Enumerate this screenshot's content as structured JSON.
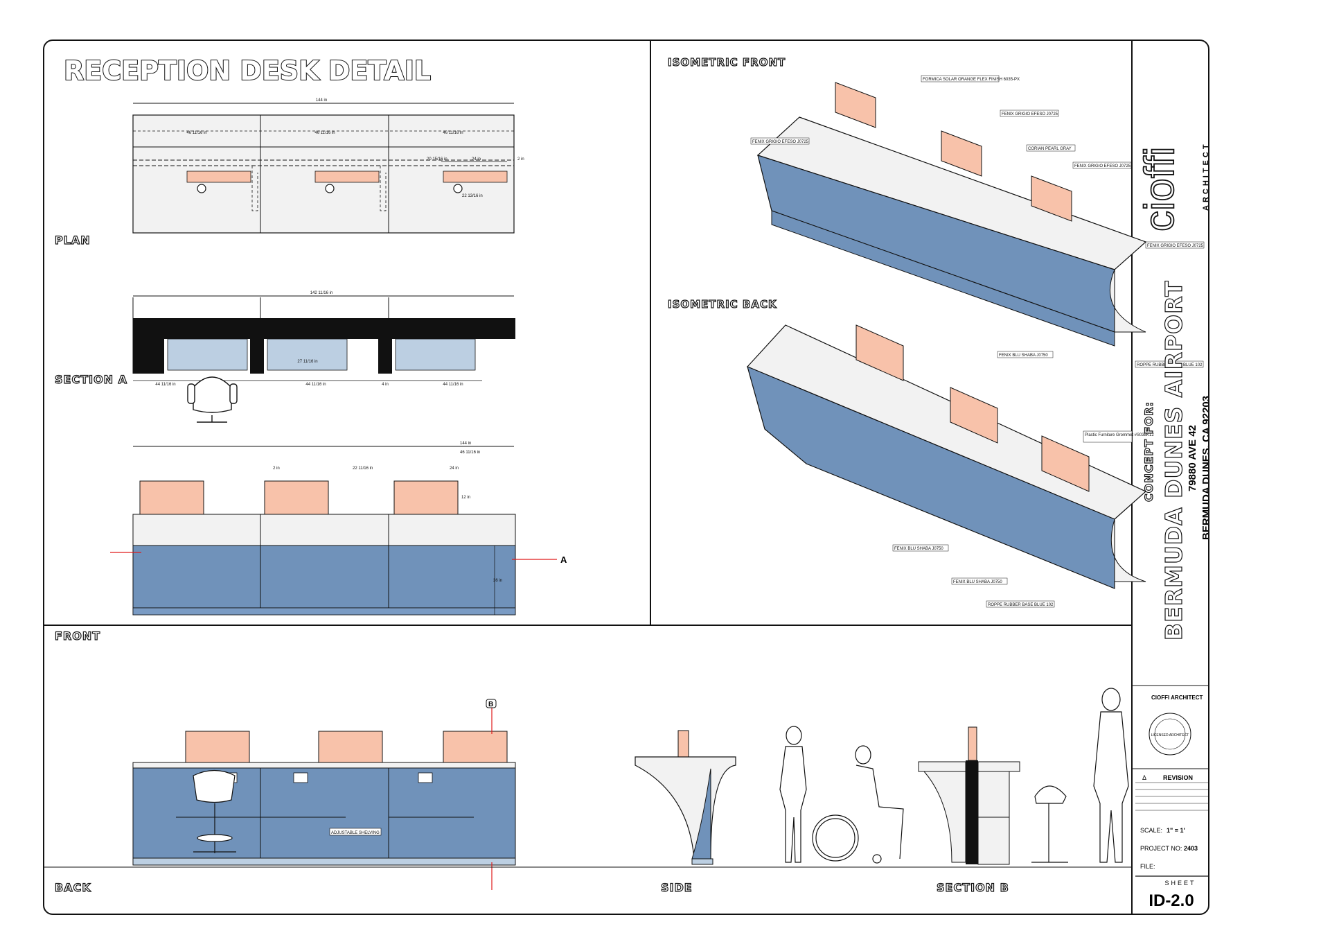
{
  "sheet_title": "RECEPTION DESK DETAIL",
  "views": {
    "plan": "PLAN",
    "section_a": "SECTION A",
    "front": "FRONT",
    "back": "BACK",
    "side": "SIDE",
    "section_b": "SECTION B",
    "iso_front": "ISOMETRIC FRONT",
    "iso_back": "ISOMETRIC BACK"
  },
  "markers": {
    "cut_a": "A",
    "cut_b": "B"
  },
  "dims": {
    "plan_total": "144 in",
    "plan_seg": "46 11/16 in",
    "plan_a": "20 15/16 in",
    "plan_b": "24 in",
    "plan_c": "22 13/16 in",
    "plan_d": "2 in",
    "sec_total": "142 11/16 in",
    "sec_shelf": "27 11/16 in",
    "sec_seg": "44 11/16 in",
    "sec_d": "4 in",
    "front_total": "144 in",
    "front_seg": "46 11/16 in",
    "front_a": "2 in",
    "front_b": "22 11/16 in",
    "front_c": "24 in",
    "front_h": "12 in",
    "front_k": "36 in"
  },
  "callouts_front": [
    "FORMICA SOLAR ORANGE FLEX FINISH 6035-PX",
    "FENIX GRIGIO EFESO J0725",
    "FENIX GRIGIO EFESO J0725",
    "CORIAN PEARL GRAY",
    "FENIX GRIGIO EFESO J0725",
    "FENIX GRIGIO EFESO J0725",
    "FENIX BLU SHABA J0750",
    "ROPPE RUBBER BASE BLUE 102"
  ],
  "callouts_back": [
    "Plastic Furniture Grommet #S038K12",
    "FENIX BLU SHABA J0750",
    "FENIX BLU SHABA J0750",
    "ROPPE RUBBER BASE BLUE 102"
  ],
  "back_note": "ADJUSTABLE SHELVING",
  "title_block": {
    "firm_logo": "cioffi",
    "firm_sub": "ARCHITECT",
    "concept_for": "CONCEPT FOR:",
    "project": "BERMUDA DUNES AIRPORT",
    "address1": "79880 AVE 42",
    "address2": "BERMUDA DUNES, CA 92203",
    "stamp_firm": "CIOFFI ARCHITECT",
    "stamp_text": "LICENSED ARCHITECT",
    "revision_header": "REVISION",
    "revision_symbol": "Δ",
    "scale_label": "SCALE:",
    "scale_value": "1\" = 1'",
    "project_no_label": "PROJECT NO:",
    "project_no_value": "2403",
    "file_label": "FILE:",
    "sheet_label": "SHEET",
    "sheet_number": "ID-2.0"
  },
  "colors": {
    "salmon": "#F8C2AA",
    "blue": "#7092BA",
    "light_blue": "#BCCFE2",
    "panel": "#F2F2F2",
    "black": "#111111",
    "red": "#E01B1B"
  }
}
